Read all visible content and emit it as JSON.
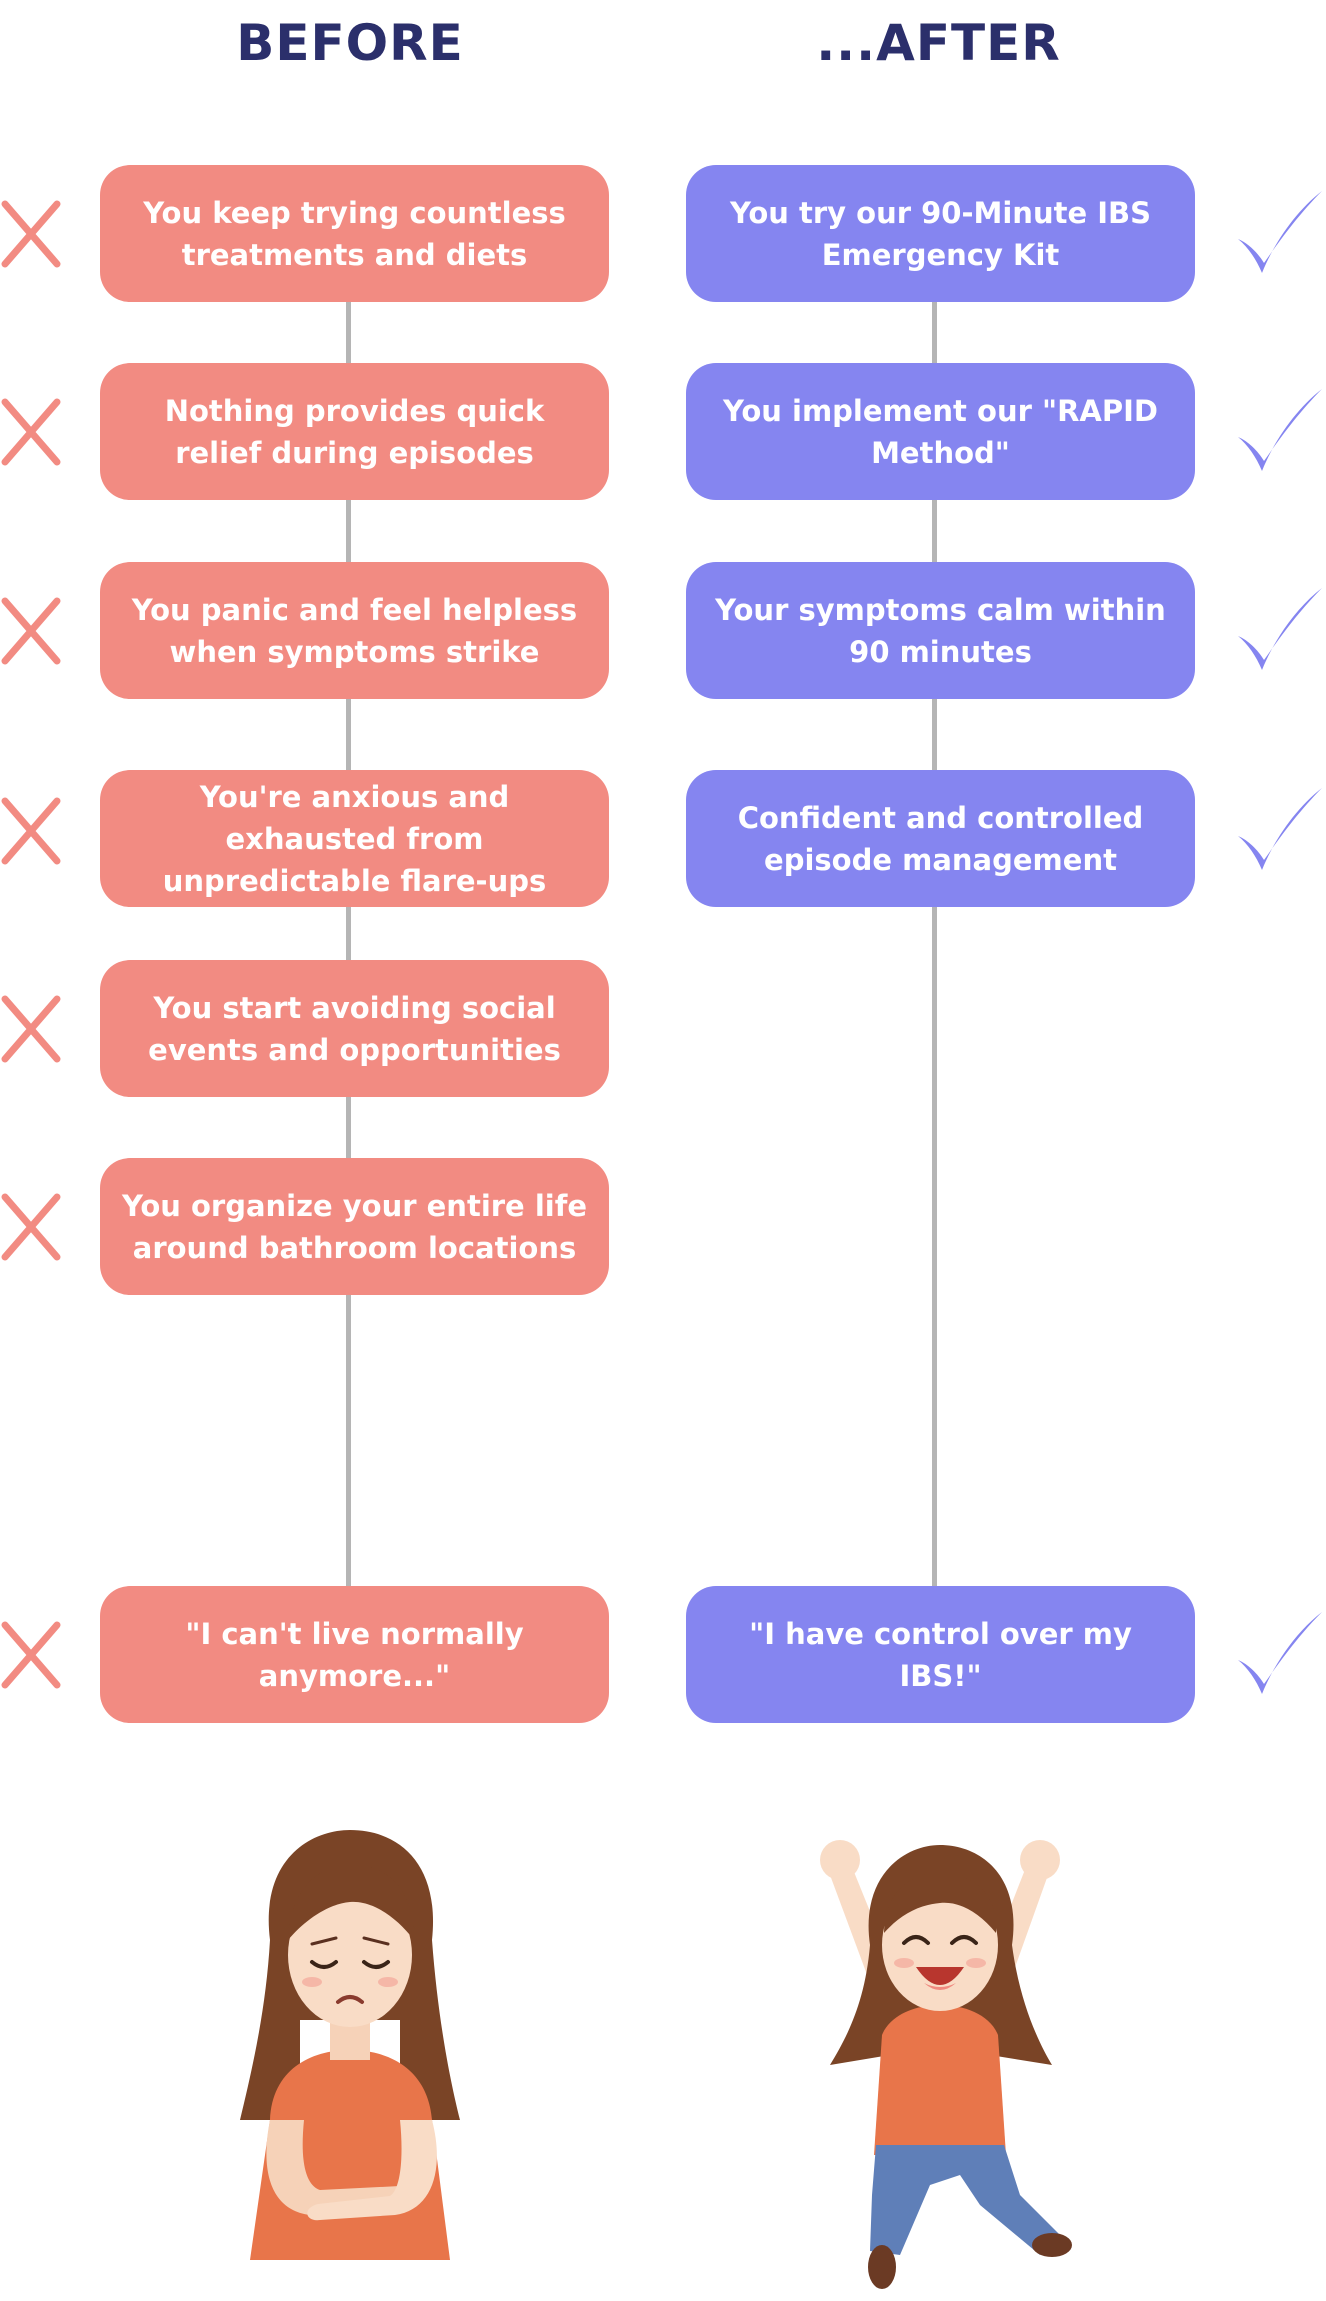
{
  "colors": {
    "heading": "#2b2f6b",
    "before_accent": "#f28b82",
    "after_accent": "#8585f0",
    "connector": "#b5b5b5"
  },
  "before": {
    "heading": "BEFORE",
    "steps": [
      "You keep trying countless treatments and diets",
      "Nothing provides quick relief during episodes",
      "You panic and feel helpless when symptoms strike",
      "You're anxious and exhausted from unpredictable flare-ups",
      "You start avoiding social events and opportunities",
      "You organize your entire life around bathroom locations",
      "\"I can't live normally anymore...\""
    ],
    "icon": "cross-icon",
    "illustration": "sad-girl-holding-stomach"
  },
  "after": {
    "heading": "...AFTER",
    "steps": [
      "You try our 90-Minute IBS Emergency Kit",
      "You implement our \"RAPID Method\"",
      "Your symptoms calm within 90 minutes",
      "Confident and controlled episode management",
      "\"I have control over my IBS!\""
    ],
    "icon": "check-icon",
    "illustration": "happy-girl-jumping"
  }
}
